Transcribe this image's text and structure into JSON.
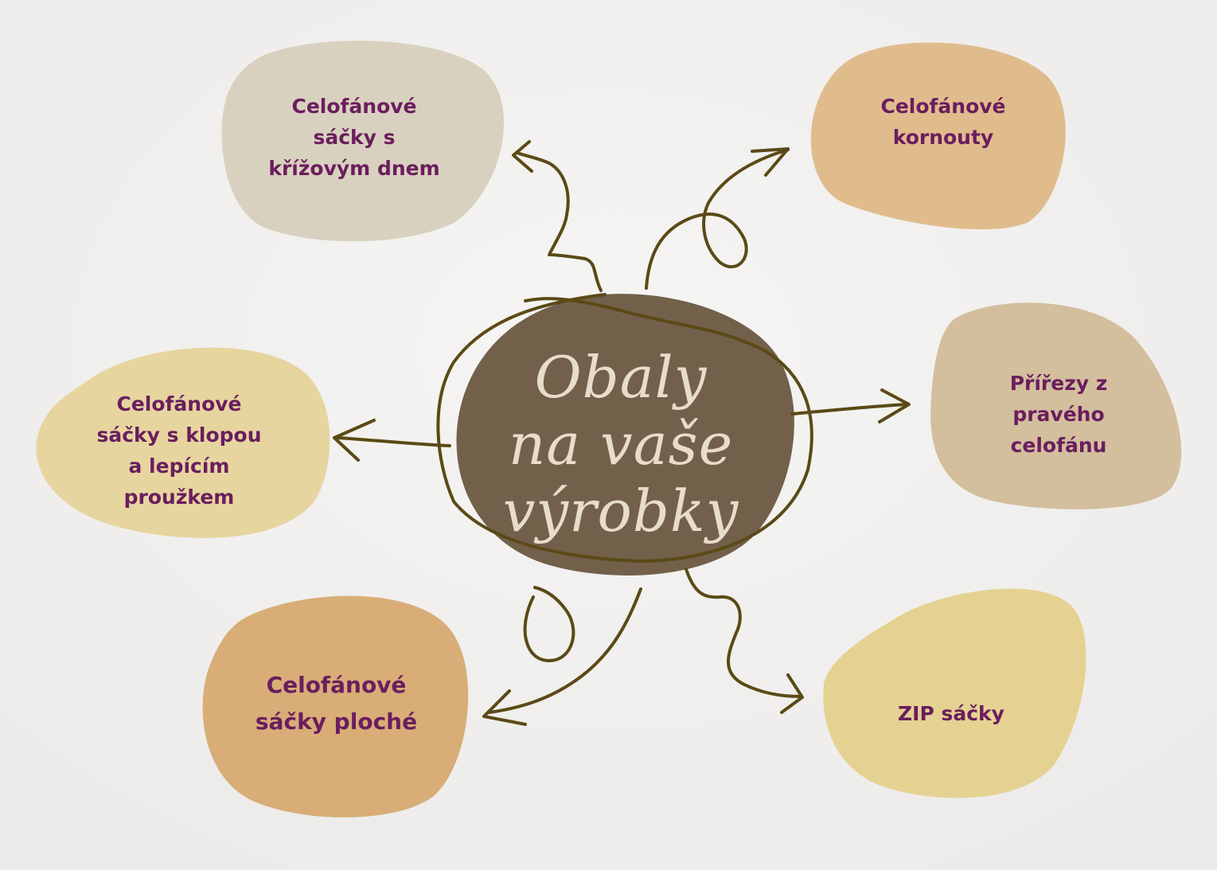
{
  "colors": {
    "background": "#f1f0ef",
    "center": "#72604b",
    "title_text": "#e8dccb",
    "label_text": "#6b1d5e",
    "arrow": "#5a4a16",
    "blob_gray": "#d9d1bf",
    "blob_peach": "#e0bc8d",
    "blob_yellow": "#e6d59f",
    "blob_taupe": "#d3be9d",
    "blob_orange": "#d8ad77",
    "blob_sand": "#e5d292"
  },
  "center": {
    "line1": "Obaly",
    "line2": "na vaše",
    "line3": "výrobky"
  },
  "nodes": {
    "top_left": {
      "line1": "Celofánové",
      "line2": "sáčky s",
      "line3": "křížovým dnem"
    },
    "top_right": {
      "line1": "Celofánové",
      "line2": "kornouty"
    },
    "mid_left": {
      "line1": "Celofánové",
      "line2": "sáčky s klopou",
      "line3": "a lepícím",
      "line4": "proužkem"
    },
    "mid_right": {
      "line1": "Přířezy z",
      "line2": "pravého",
      "line3": "celofánu"
    },
    "bot_left": {
      "line1": "Celofánové",
      "line2": "sáčky ploché"
    },
    "bot_right": {
      "line1": "ZIP sáčky"
    }
  }
}
